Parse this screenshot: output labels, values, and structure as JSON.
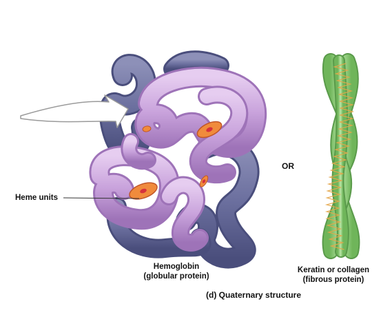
{
  "labels": {
    "heme_units": "Heme units",
    "or": "OR",
    "hemoglobin_name": "Hemoglobin",
    "hemoglobin_type": "(globular protein)",
    "keratin_name": "Keratin or collagen",
    "keratin_type": "(fibrous protein)",
    "caption": "(d)  Quaternary structure"
  },
  "colors": {
    "alpha_chain": "#c9a3dc",
    "alpha_chain_dark": "#9e73b8",
    "beta_chain": "#6b6f9e",
    "beta_chain_dark": "#4a4e7c",
    "heme_disc": "#f08b3c",
    "heme_center": "#d6323c",
    "fibrous_strand": "#8fcf7a",
    "fibrous_helix": "#e4a64a"
  }
}
